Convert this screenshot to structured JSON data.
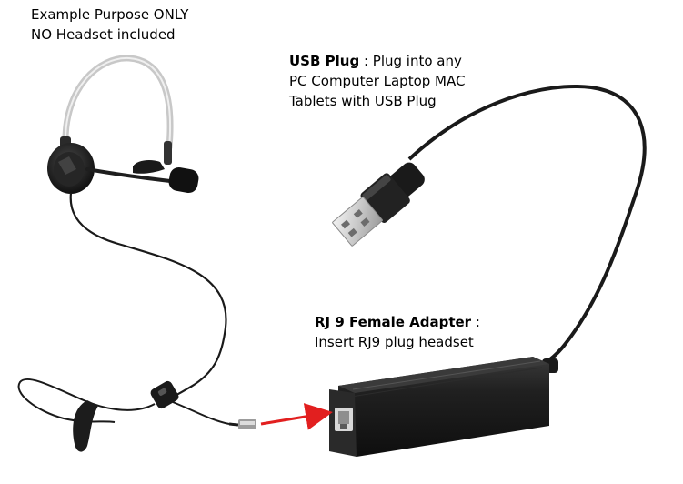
{
  "disclaimer": {
    "line1": "Example Purpose ONLY",
    "line2": "NO Headset included"
  },
  "usb_callout": {
    "title": "USB Plug",
    "separator": " : ",
    "line1_rest": "Plug into any",
    "line2": "PC Computer Laptop MAC",
    "line3": "Tablets with USB Plug"
  },
  "rj9_callout": {
    "title": "RJ 9 Female Adapter",
    "separator": " :",
    "line2": "Insert RJ9 plug headset"
  },
  "colors": {
    "background": "#ffffff",
    "cable": "#1a1a1a",
    "adapter_body": "#1c1c1c",
    "arrow": "#e21f1f",
    "text": "#000000"
  },
  "icons": {
    "headset": "headset-icon",
    "usb_plug": "usb-plug-icon",
    "adapter": "rj9-adapter-icon",
    "arrow": "arrow-icon"
  }
}
